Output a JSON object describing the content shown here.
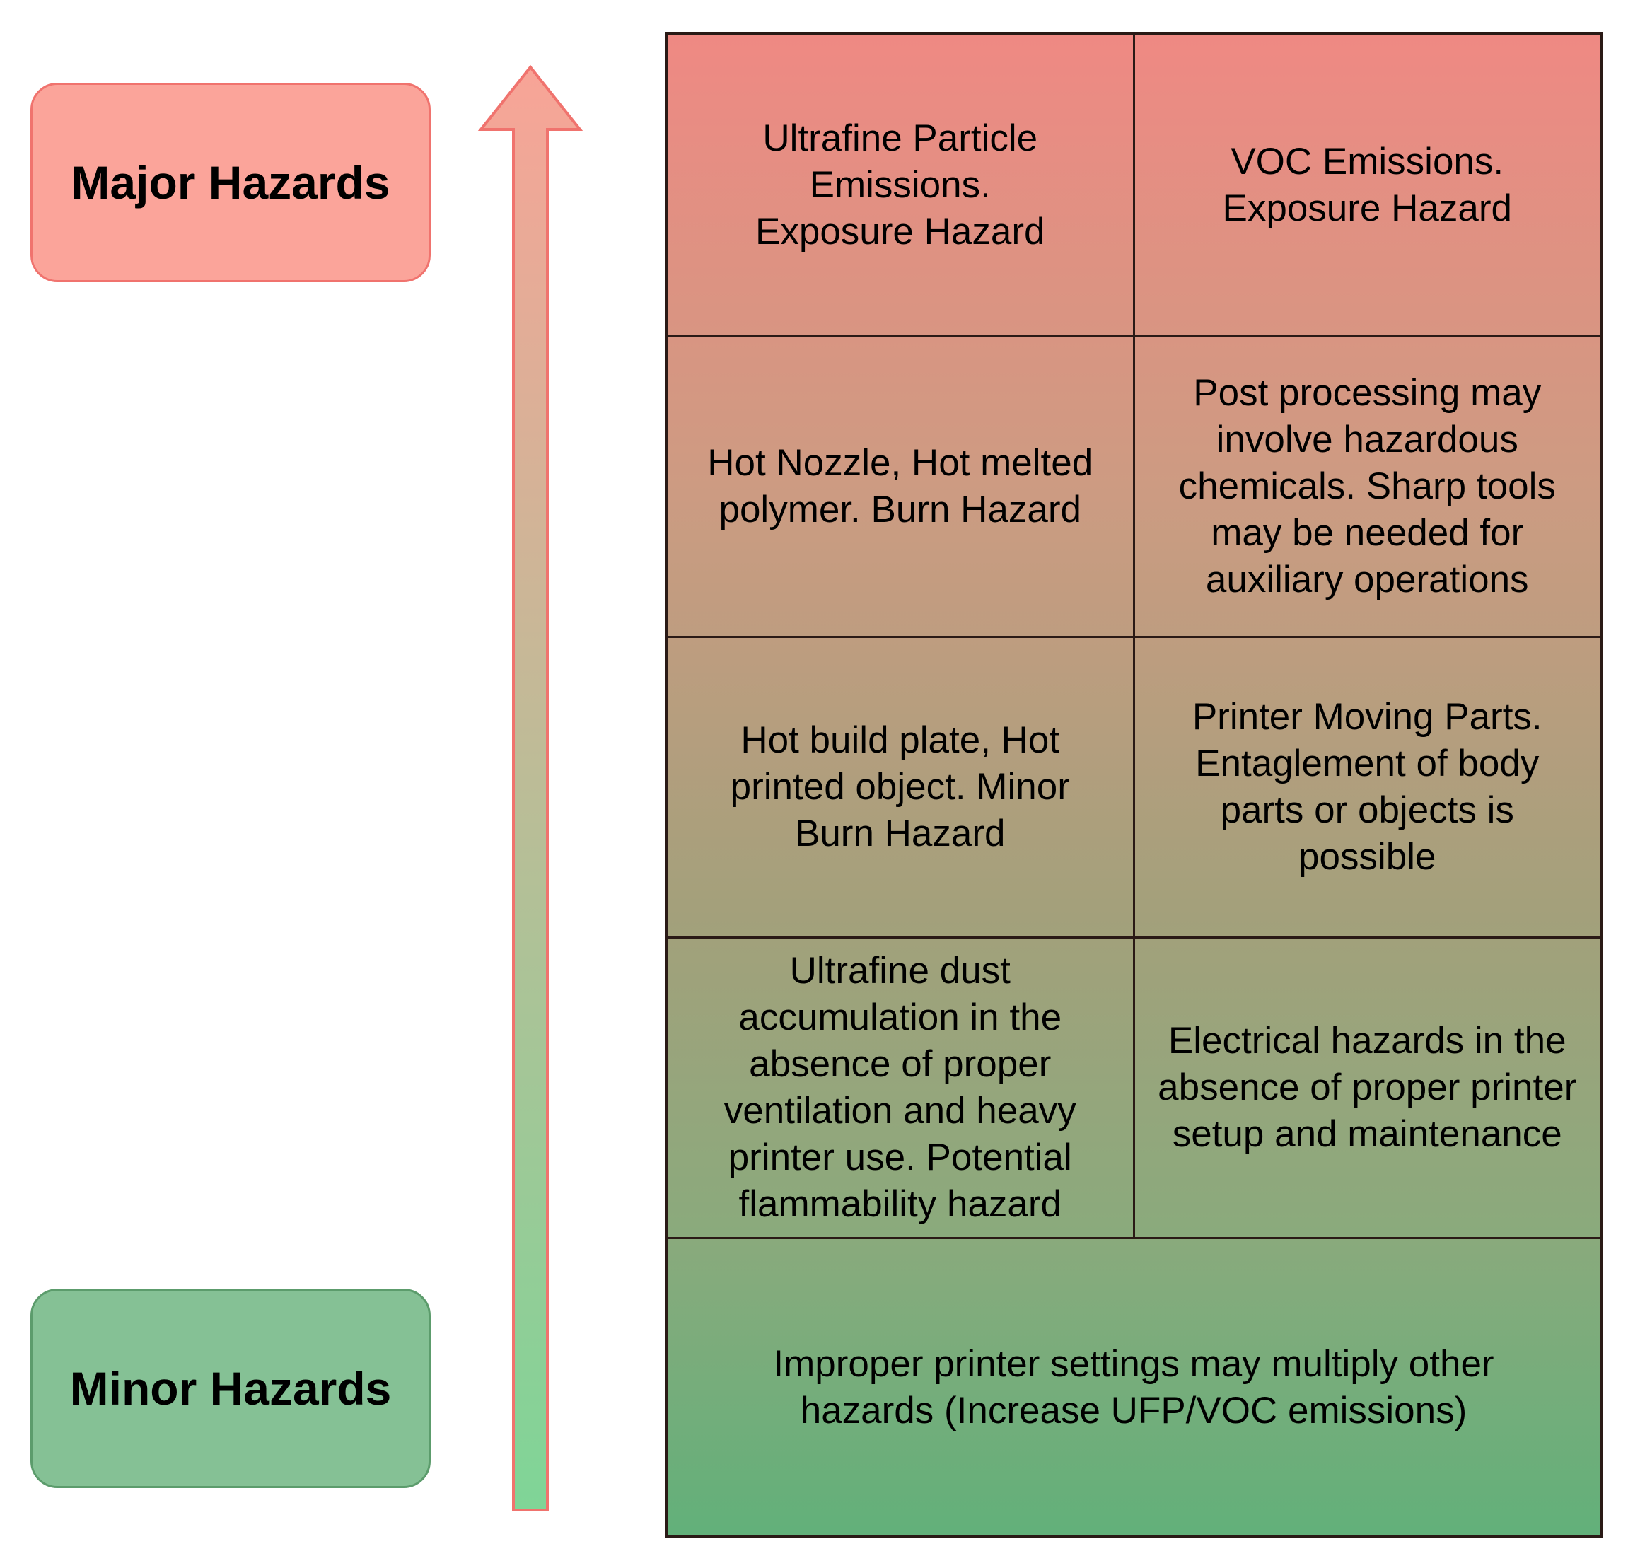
{
  "labels": {
    "major": "Major Hazards",
    "minor": "Minor Hazards"
  },
  "colors": {
    "major_fill": "#fba49a",
    "minor_fill": "#85c195",
    "arrow_top": "#f8a497",
    "arrow_bottom": "#7fd597",
    "border": "#2a1a16"
  },
  "grid": {
    "rows": [
      {
        "cells": [
          [
            "Ultrafine Particle",
            "Emissions.",
            "Exposure Hazard"
          ],
          [
            "VOC Emissions.",
            "Exposure Hazard"
          ]
        ]
      },
      {
        "cells": [
          [
            "Hot Nozzle, Hot melted",
            "polymer. Burn Hazard"
          ],
          [
            "Post processing may",
            "involve hazardous",
            "chemicals. Sharp tools",
            "may be needed for",
            "auxiliary operations"
          ]
        ]
      },
      {
        "cells": [
          [
            "Hot build plate, Hot",
            "printed object. Minor",
            "Burn Hazard"
          ],
          [
            "Printer Moving Parts.",
            "Entaglement of body",
            "parts or objects is",
            "possible"
          ]
        ]
      },
      {
        "cells": [
          [
            "Ultrafine dust",
            "accumulation in the",
            "absence of proper",
            "ventilation and heavy",
            "printer use. Potential",
            "flammability hazard"
          ],
          [
            "Electrical hazards in the",
            "absence of proper printer",
            "setup and maintenance"
          ]
        ]
      },
      {
        "cells": [
          [
            "Improper printer settings may multiply other",
            "hazards (Increase UFP/VOC emissions)"
          ]
        ]
      }
    ]
  }
}
